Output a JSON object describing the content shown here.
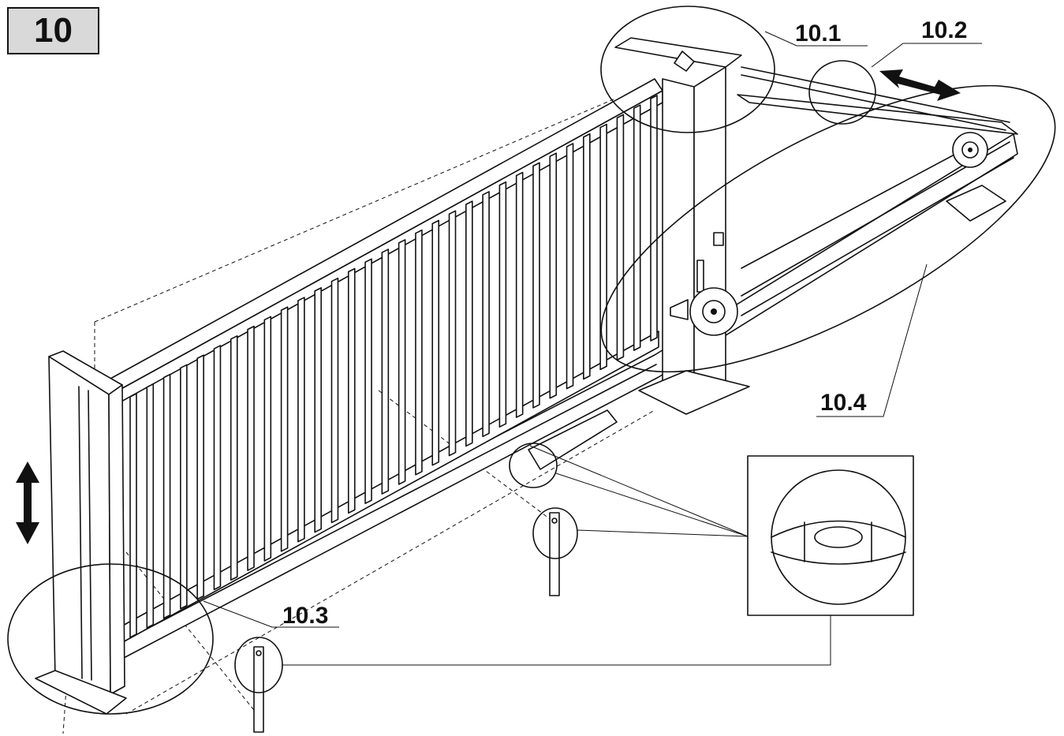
{
  "figure": {
    "step_number": "10",
    "callouts": {
      "c_10_1": "10.1",
      "c_10_2": "10.2",
      "c_10_3": "10.3",
      "c_10_4": "10.4"
    }
  },
  "colors": {
    "line": "#111111",
    "step_box_fill": "#d9d9d9",
    "background": "#ffffff"
  },
  "icons": [
    "vertical-double-arrow-icon",
    "horizontal-double-arrow-icon",
    "spirit-level-icon"
  ]
}
